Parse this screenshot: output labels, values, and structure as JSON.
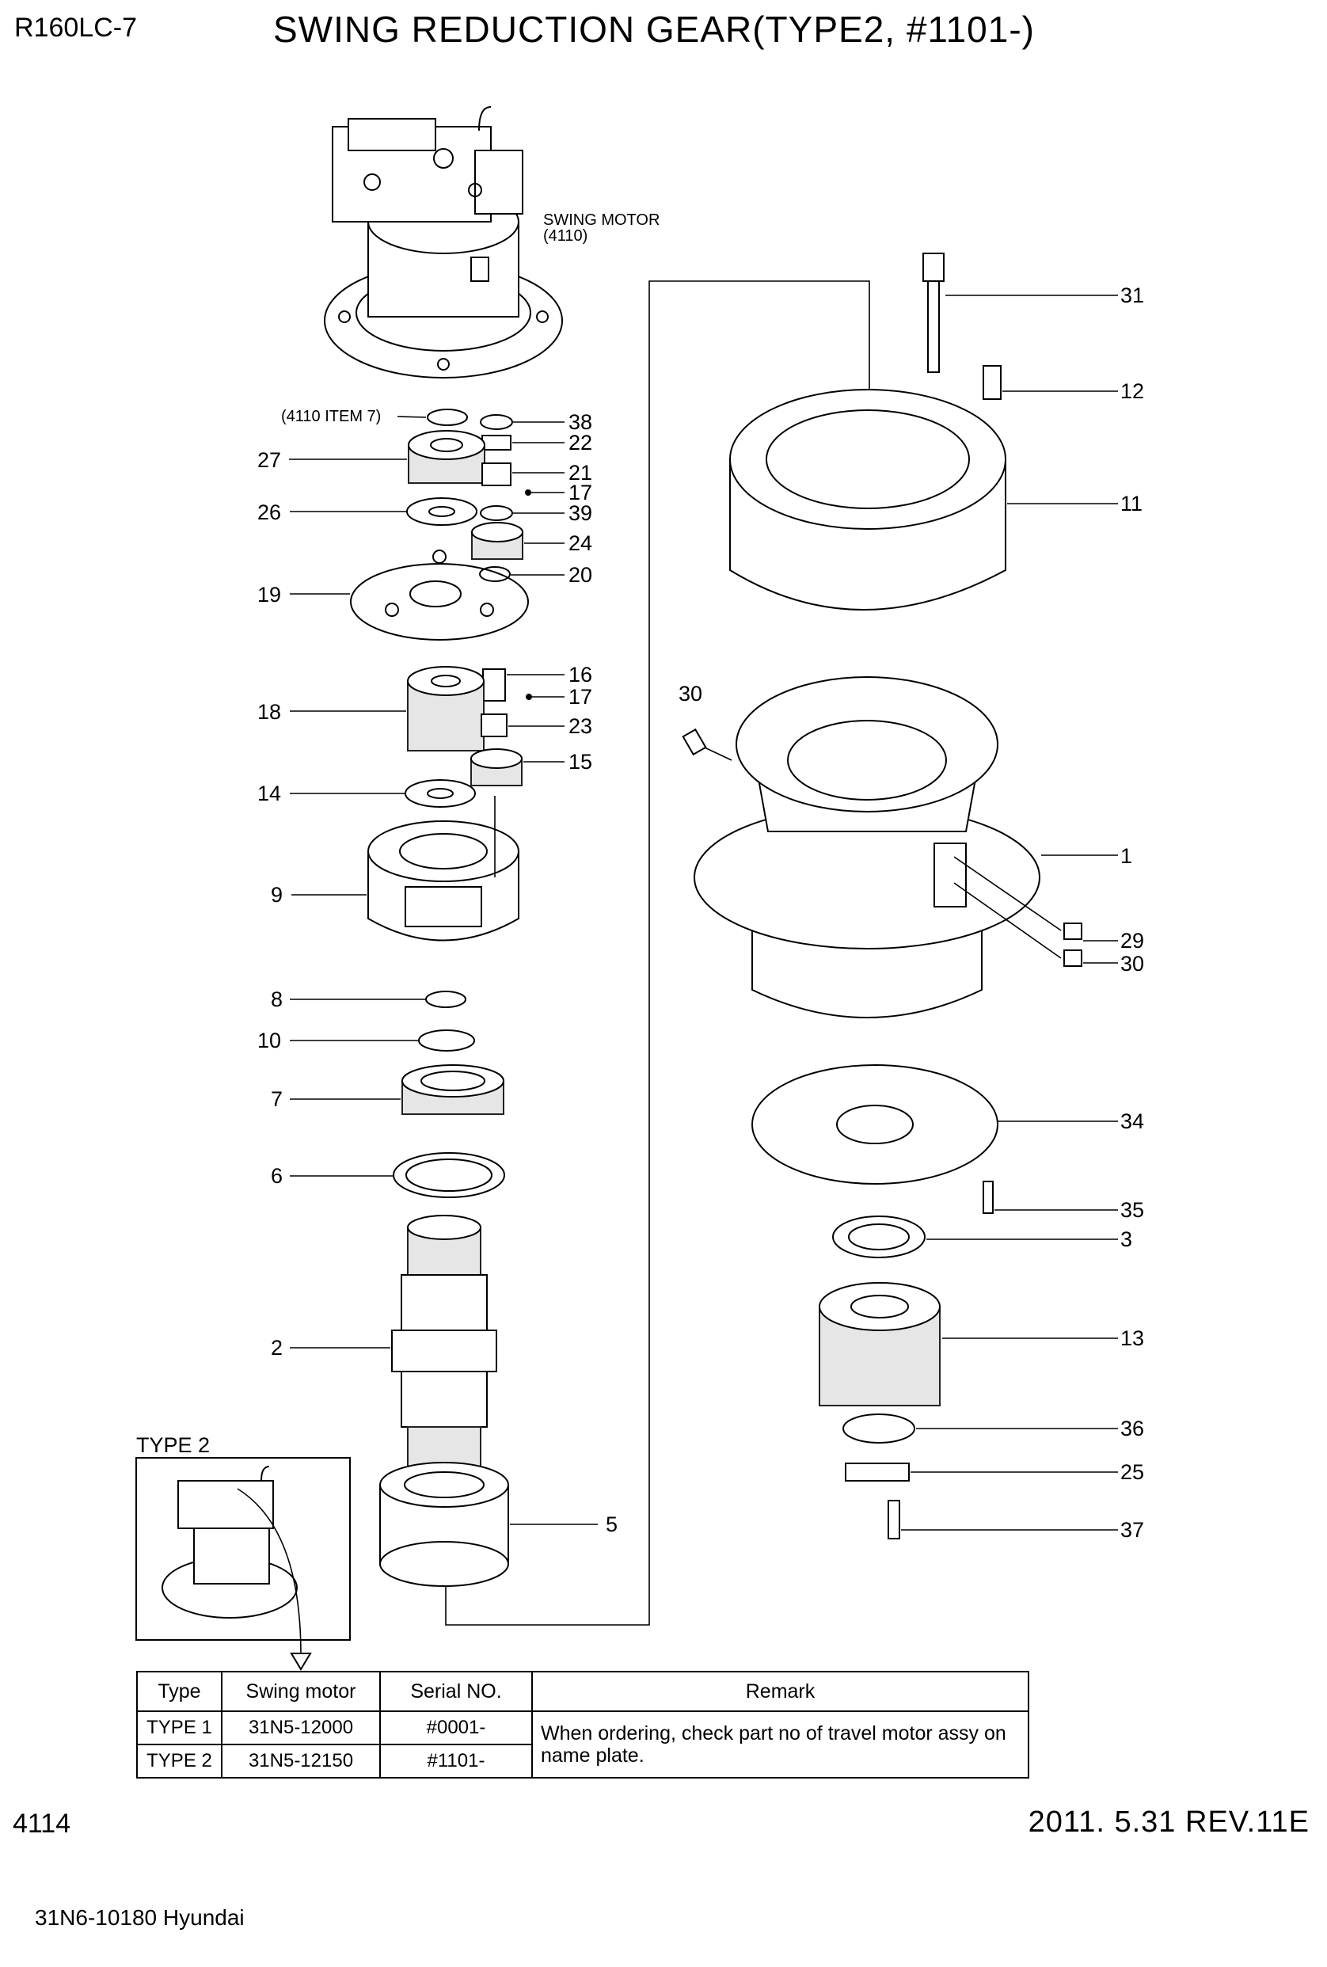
{
  "header": {
    "model": "R160LC-7",
    "title": "SWING REDUCTION GEAR(TYPE2, #1101-)"
  },
  "diagram": {
    "swing_motor_label": "SWING MOTOR",
    "swing_motor_code": "(4110)",
    "item7_ref": "(4110 ITEM 7)",
    "type2_label": "TYPE 2",
    "callouts": {
      "c38": "38",
      "c22": "22",
      "c27": "27",
      "c21": "21",
      "c17a": "17",
      "c26": "26",
      "c39": "39",
      "c24": "24",
      "c19": "19",
      "c20": "20",
      "c16": "16",
      "c17b": "17",
      "c18": "18",
      "c23": "23",
      "c15": "15",
      "c14": "14",
      "c9": "9",
      "c8": "8",
      "c10": "10",
      "c7": "7",
      "c6": "6",
      "c2": "2",
      "c5": "5",
      "c31": "31",
      "c12": "12",
      "c11": "11",
      "c30a": "30",
      "c1": "1",
      "c29": "29",
      "c30b": "30",
      "c34": "34",
      "c35": "35",
      "c3": "3",
      "c13": "13",
      "c36": "36",
      "c25": "25",
      "c37": "37"
    }
  },
  "type_table": {
    "headers": [
      "Type",
      "Swing motor",
      "Serial NO.",
      "Remark"
    ],
    "rows": [
      {
        "type": "TYPE 1",
        "motor": "31N5-12000",
        "serial": "#0001-"
      },
      {
        "type": "TYPE 2",
        "motor": "31N5-12150",
        "serial": "#1101-"
      }
    ],
    "remark": "When ordering, check part no of travel motor assy on name plate."
  },
  "footer": {
    "page": "4114",
    "date_rev": "2011. 5.31  REV.11E",
    "code": "31N6-10180 Hyundai"
  }
}
